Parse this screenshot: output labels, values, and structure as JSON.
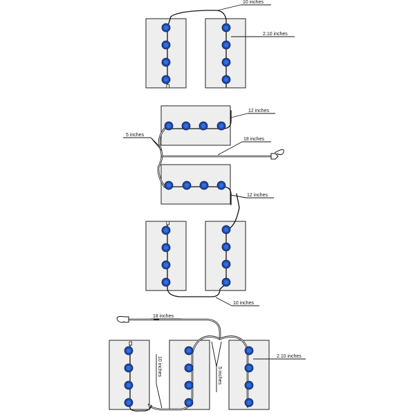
{
  "labels": {
    "top_10": "10 inches",
    "top_210": "2.10 inches",
    "mid_12a": "12 inches",
    "mid_5": "5 inches",
    "mid_18": "18 inches",
    "mid_12b": "12 inches",
    "low_10": "10 inches",
    "bot_18": "18 inches",
    "bot_210": "2.10 inches",
    "bot_10v": "10 inches",
    "bot_5v": "5 inches"
  },
  "colors": {
    "led": "#1f49a8",
    "panel": "#eeeeee"
  },
  "icons": {
    "led": "blue-led-icon",
    "connector": "plug-connector-icon"
  }
}
